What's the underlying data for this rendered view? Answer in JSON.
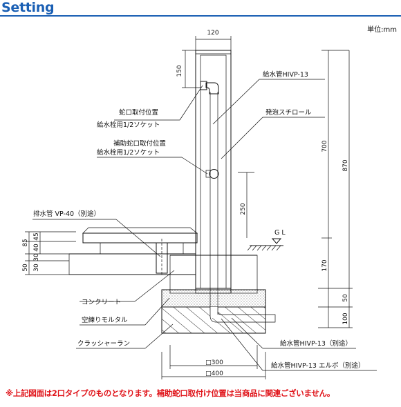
{
  "header": {
    "title": "Setting"
  },
  "unit": "単位:mm",
  "dimensions": {
    "width_top": "120",
    "h150": "150",
    "h700": "700",
    "h870": "870",
    "h250": "250",
    "h170": "170",
    "h50": "50",
    "h100": "100",
    "left85": "85",
    "left45": "45",
    "left40": "40",
    "left30": "30",
    "left50": "50",
    "left30b": "30",
    "base300": "□300",
    "base400": "□400"
  },
  "labels": {
    "pipe_supply": "給水管HIVP-13",
    "foam": "発泡スチロール",
    "faucet_pos": "蛇口取付位置",
    "faucet_socket": "給水栓用1/2ソケット",
    "aux_faucet_pos": "補助蛇口取付位置",
    "aux_faucet_socket": "給水栓用1/2ソケット",
    "drain_pipe": "排水管 VP-40（別途）",
    "gl": "G L",
    "concrete": "コンクリート",
    "mortar": "空練りモルタル",
    "crusher": "クラッシャーラン",
    "supply_sep": "給水管HIVP-13（別途）",
    "supply_elbow": "給水管HIVP-13 エルボ（別途）"
  },
  "note": "※上記図面は2口タイプのものとなります。補助蛇口取付け位置は当商品に関連ございません。"
}
